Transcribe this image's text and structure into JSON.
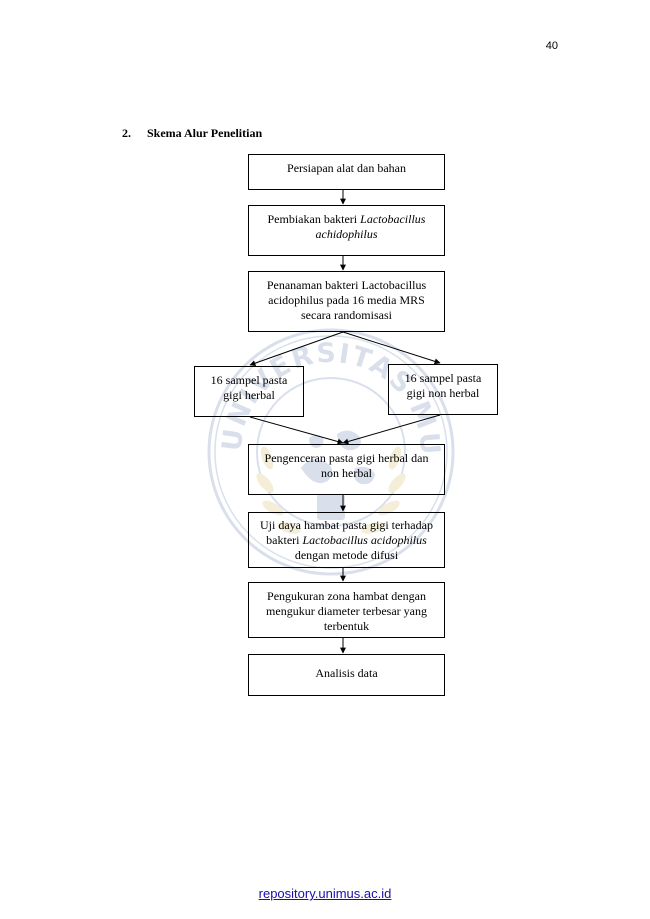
{
  "page_number": "40",
  "section": {
    "number": "2.",
    "title": "Skema Alur Penelitian"
  },
  "flowchart": {
    "step1": "Persiapan alat dan bahan",
    "step2": {
      "prefix": "Pembiakan bakteri ",
      "species": "Lactobacillus achidophilus"
    },
    "step3": "Penanaman bakteri Lactobacillus acidophilus pada 16 media MRS secara randomisasi",
    "branch_left": "16 sampel pasta gigi herbal",
    "branch_right": "16 sampel pasta gigi non herbal",
    "step4": "Pengenceran pasta gigi herbal dan non herbal",
    "step5": {
      "prefix": "Uji daya hambat pasta gigi terhadap bakteri ",
      "species": "Lactobacillus acidophilus",
      "suffix": " dengan metode difusi"
    },
    "step6": "Pengukuran zona hambat dengan mengukur diameter terbesar yang terbentuk",
    "step7": "Analisis data"
  },
  "watermark": {
    "visible_text": "UNIVERSITAS MUHAMMADIYAH",
    "colors": [
      "#9db0cf",
      "#e3d39a"
    ]
  },
  "footer": {
    "link_text": "repository.unimus.ac.id",
    "link_color": "#1a0dab"
  }
}
